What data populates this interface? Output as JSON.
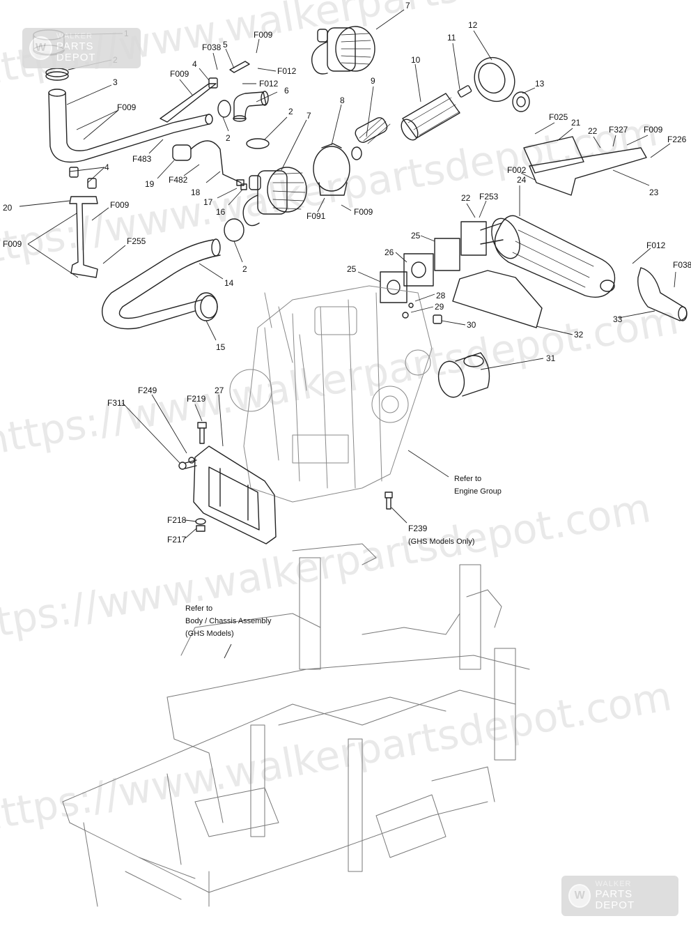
{
  "watermark": {
    "logo_line1": "WALKER",
    "logo_line2": "PARTS DEPOT",
    "repeat_text": "https://www.walkerpartsdepot.com"
  },
  "callouts": [
    {
      "id": "c1",
      "text": "1"
    },
    {
      "id": "c2a",
      "text": "2"
    },
    {
      "id": "c3",
      "text": "3"
    },
    {
      "id": "cF009a",
      "text": "F009"
    },
    {
      "id": "c4a",
      "text": "4"
    },
    {
      "id": "cF009b",
      "text": "F009"
    },
    {
      "id": "cF038a",
      "text": "F038"
    },
    {
      "id": "c5",
      "text": "5"
    },
    {
      "id": "cF009c",
      "text": "F009"
    },
    {
      "id": "cF012a",
      "text": "F012"
    },
    {
      "id": "cF012b",
      "text": "F012"
    },
    {
      "id": "c6",
      "text": "6"
    },
    {
      "id": "c2b",
      "text": "2"
    },
    {
      "id": "c2c",
      "text": "2"
    },
    {
      "id": "c7a",
      "text": "7"
    },
    {
      "id": "c7b",
      "text": "7"
    },
    {
      "id": "c8",
      "text": "8"
    },
    {
      "id": "c9",
      "text": "9"
    },
    {
      "id": "c10",
      "text": "10"
    },
    {
      "id": "c11",
      "text": "11"
    },
    {
      "id": "c12",
      "text": "12"
    },
    {
      "id": "c13",
      "text": "13"
    },
    {
      "id": "cF025",
      "text": "F025"
    },
    {
      "id": "c21",
      "text": "21"
    },
    {
      "id": "c22a",
      "text": "22"
    },
    {
      "id": "cF327",
      "text": "F327"
    },
    {
      "id": "cF009d",
      "text": "F009"
    },
    {
      "id": "cF226",
      "text": "F226"
    },
    {
      "id": "cF002",
      "text": "F002"
    },
    {
      "id": "c23",
      "text": "23"
    },
    {
      "id": "c24",
      "text": "24"
    },
    {
      "id": "c22b",
      "text": "22"
    },
    {
      "id": "cF253",
      "text": "F253"
    },
    {
      "id": "cF483",
      "text": "F483"
    },
    {
      "id": "c19",
      "text": "19"
    },
    {
      "id": "cF482",
      "text": "F482"
    },
    {
      "id": "c18",
      "text": "18"
    },
    {
      "id": "c17",
      "text": "17"
    },
    {
      "id": "c16",
      "text": "16"
    },
    {
      "id": "c4b",
      "text": "4"
    },
    {
      "id": "c20",
      "text": "20"
    },
    {
      "id": "cF009e",
      "text": "F009"
    },
    {
      "id": "cF009f",
      "text": "F009"
    },
    {
      "id": "cF255",
      "text": "F255"
    },
    {
      "id": "cF091",
      "text": "F091"
    },
    {
      "id": "cF009g",
      "text": "F009"
    },
    {
      "id": "c2d",
      "text": "2"
    },
    {
      "id": "c14",
      "text": "14"
    },
    {
      "id": "c15",
      "text": "15"
    },
    {
      "id": "c25a",
      "text": "25"
    },
    {
      "id": "c26",
      "text": "26"
    },
    {
      "id": "c25b",
      "text": "25"
    },
    {
      "id": "cF012c",
      "text": "F012"
    },
    {
      "id": "cF038b",
      "text": "F038"
    },
    {
      "id": "c28",
      "text": "28"
    },
    {
      "id": "c29",
      "text": "29"
    },
    {
      "id": "c30",
      "text": "30"
    },
    {
      "id": "c32",
      "text": "32"
    },
    {
      "id": "c33",
      "text": "33"
    },
    {
      "id": "c31",
      "text": "31"
    },
    {
      "id": "cF249",
      "text": "F249"
    },
    {
      "id": "cF311",
      "text": "F311"
    },
    {
      "id": "cF219",
      "text": "F219"
    },
    {
      "id": "c27",
      "text": "27"
    },
    {
      "id": "cF218",
      "text": "F218"
    },
    {
      "id": "cF217",
      "text": "F217"
    },
    {
      "id": "cF239",
      "text": "F239"
    }
  ],
  "notes": {
    "engine_ref_l1": "Refer to",
    "engine_ref_l2": "Engine Group",
    "ghs_only": "(GHS Models Only)",
    "chassis_ref_l1": "Refer to",
    "chassis_ref_l2": "Body / Chassis Assembly",
    "chassis_ref_l3": "(GHS Models)"
  }
}
